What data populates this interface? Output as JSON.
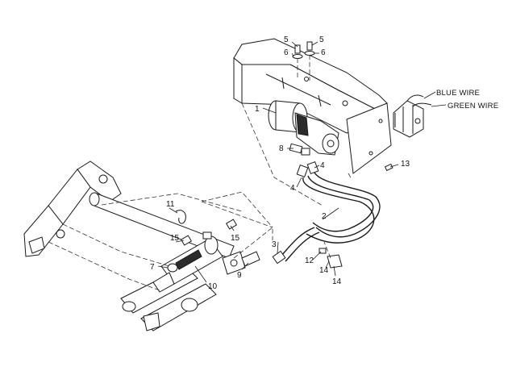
{
  "callouts": {
    "c1": "1",
    "c2": "2",
    "c3": "3",
    "c4a": "4",
    "c4b": "4",
    "c5a": "5",
    "c5b": "5",
    "c6a": "6",
    "c6b": "6",
    "c7": "7",
    "c8": "8",
    "c9": "9",
    "c10": "10",
    "c11": "11",
    "c12": "12",
    "c13": "13",
    "c14a": "14",
    "c14b": "14",
    "c15a": "15",
    "c15b": "15"
  },
  "wire_labels": {
    "blue": "BLUE WIRE",
    "green": "GREEN WIRE"
  }
}
